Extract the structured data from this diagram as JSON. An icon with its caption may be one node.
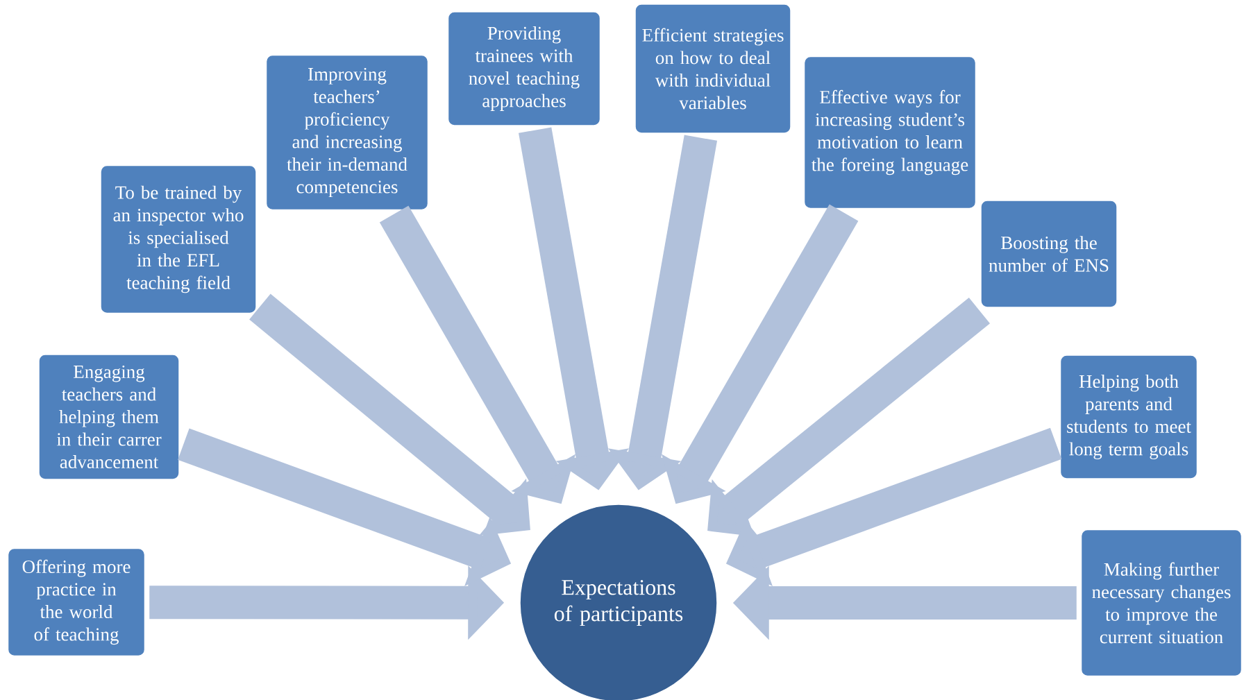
{
  "diagram": {
    "nodes": [
      {
        "text": [
          "Offering more practice in the world of teaching"
        ]
      },
      {
        "text": [
          "Engaging teachers and helping them in their carrer advancement"
        ]
      },
      {
        "text": [
          "To be trained by an inspector who is specialised in the EFL teaching field"
        ]
      },
      {
        "text": [
          "Improving teachers’ proficiency and increasing their in-demand competencies"
        ]
      },
      {
        "text": [
          "Providing trainees with novel teaching approaches"
        ]
      },
      {
        "text": [
          "Efficient strategies on how to deal with individual variables"
        ]
      },
      {
        "text": [
          "Effective ways for increasing student’s motivation to learn the foreing language"
        ]
      },
      {
        "text": [
          "Boosting the number of ENS"
        ]
      },
      {
        "text": [
          "Helping both parents and students to meet long term goals"
        ]
      },
      {
        "text": [
          "Making further necessary changes to improve the current situation"
        ]
      },
      {
        "text": [
          "Expectations of participants"
        ]
      }
    ],
    "edges": [
      {
        "from": 0,
        "to": 10,
        "arrow": "to"
      },
      {
        "from": 1,
        "to": 10,
        "arrow": "to"
      },
      {
        "from": 2,
        "to": 10,
        "arrow": "to"
      },
      {
        "from": 3,
        "to": 10,
        "arrow": "to"
      },
      {
        "from": 4,
        "to": 10,
        "arrow": "to"
      },
      {
        "from": 5,
        "to": 10,
        "arrow": "to"
      },
      {
        "from": 6,
        "to": 10,
        "arrow": "to"
      },
      {
        "from": 7,
        "to": 10,
        "arrow": "to"
      },
      {
        "from": 8,
        "to": 10,
        "arrow": "to"
      },
      {
        "from": 9,
        "to": 10,
        "arrow": "to"
      }
    ]
  }
}
